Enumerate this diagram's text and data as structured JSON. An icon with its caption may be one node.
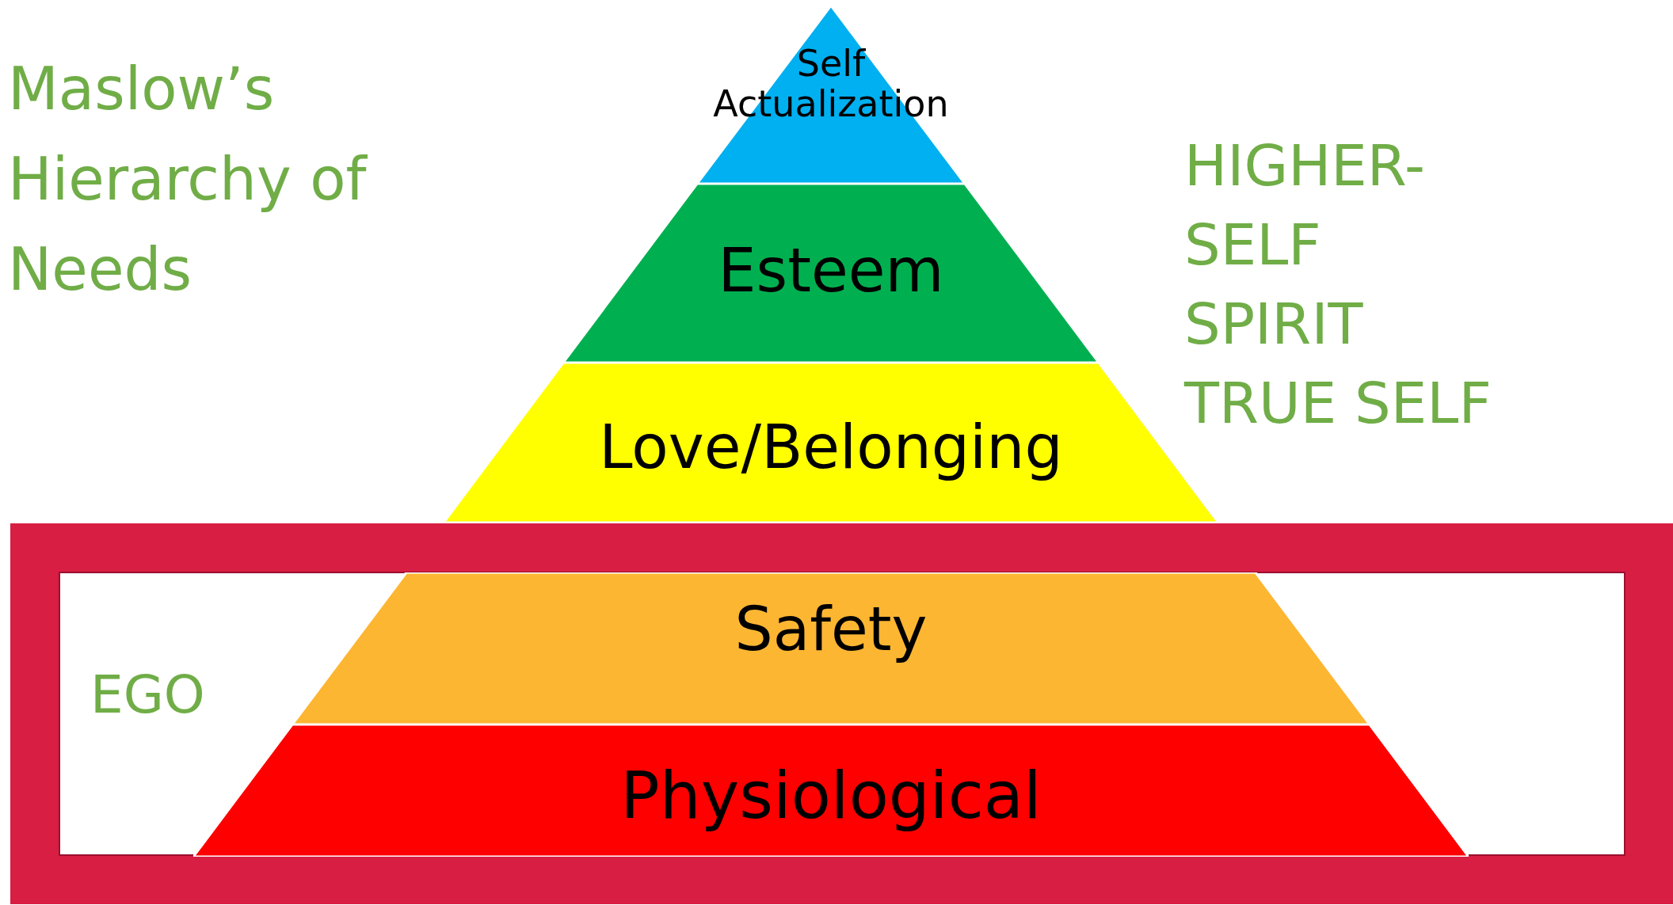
{
  "diagram": {
    "title": "Maslow’s Hierarchy of Needs",
    "nodes": [
      {
        "text": [
          "Self Actualization"
        ]
      },
      {
        "text": [
          "Esteem"
        ]
      },
      {
        "text": [
          "Love/Belonging"
        ]
      },
      {
        "text": [
          "EGO"
        ]
      },
      {
        "text": [
          "Safety"
        ],
        "in": 3
      },
      {
        "text": [
          "Physiological"
        ],
        "in": 3
      }
    ],
    "edges": [],
    "labels": [
      "HIGHER-",
      "SELF",
      "SPIRIT",
      "TRUE SELF"
    ]
  }
}
